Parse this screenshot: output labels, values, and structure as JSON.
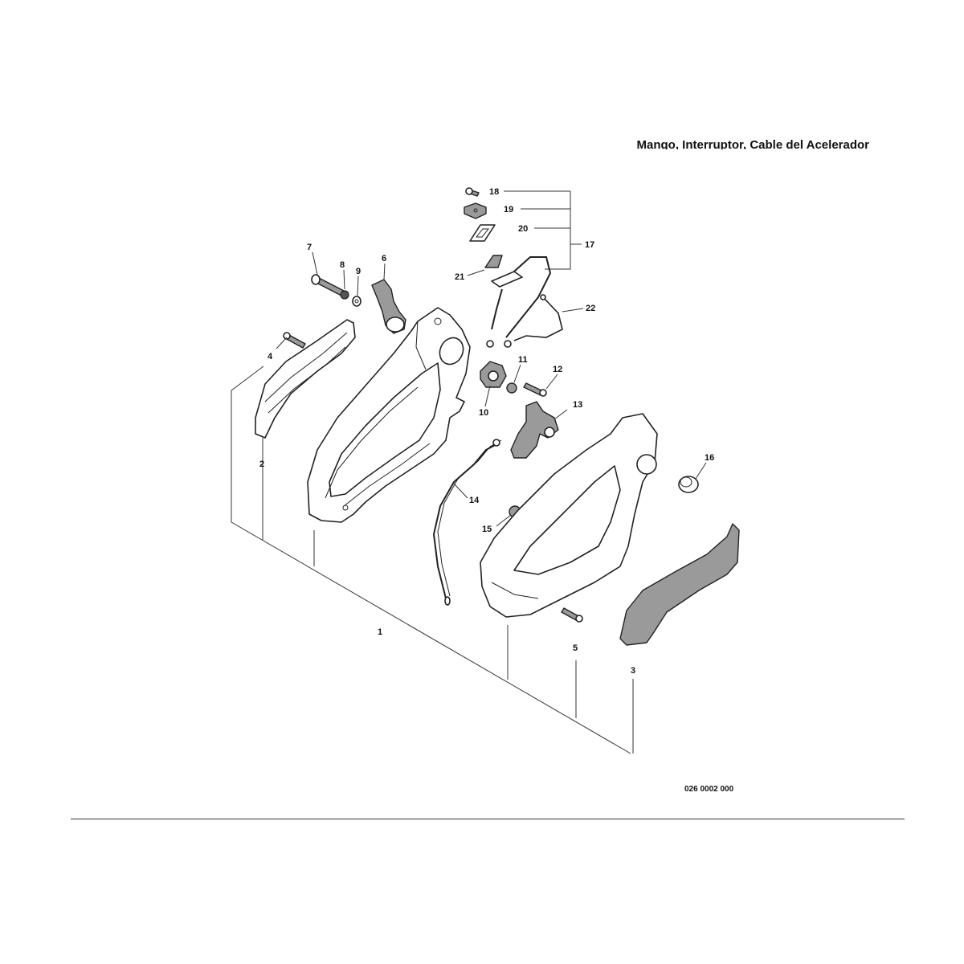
{
  "title": "Mango, Interruptor, Cable del Acelerador",
  "drawing_code": "026 0002 000",
  "callouts": [
    "1",
    "2",
    "3",
    "4",
    "5",
    "6",
    "7",
    "8",
    "9",
    "10",
    "11",
    "12",
    "13",
    "14",
    "15",
    "16",
    "17",
    "18",
    "19",
    "20",
    "21",
    "22"
  ]
}
